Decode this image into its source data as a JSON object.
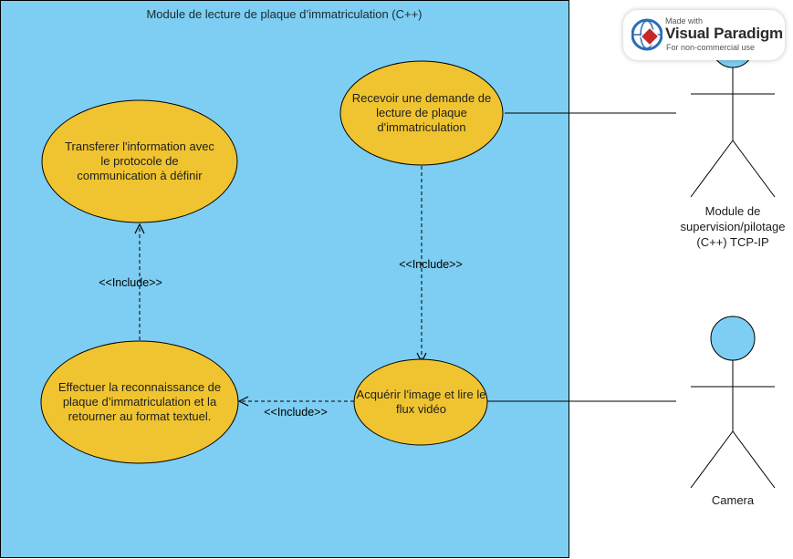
{
  "system": {
    "title": "Module de lecture de plaque d’immatriculation (C++)",
    "fill_color": "#7dcef2"
  },
  "use_cases": {
    "recevoir": "Recevoir une demande de lecture de plaque d'immatriculation",
    "transferer": "Transferer l'information avec le protocole de communication à définir",
    "acquerir": "Acquérir l'image et lire le flux vidéo",
    "effectuer": "Effectuer la reconnaissance de plaque d’immatriculation et la retourner au format textuel.",
    "fill_color": "#f0c430"
  },
  "relations": {
    "include_top": "<<Include>>",
    "include_left": "<<Include>>",
    "include_bottom": "<<Include>>"
  },
  "actors": {
    "supervision": "Module de supervision/pilotage (C++) TCP-IP",
    "camera": "Camera",
    "head_color": "#7dcef2"
  },
  "watermark": {
    "made_with": "Made with",
    "brand": "Visual Paradigm",
    "subtitle": "For non-commercial use"
  }
}
